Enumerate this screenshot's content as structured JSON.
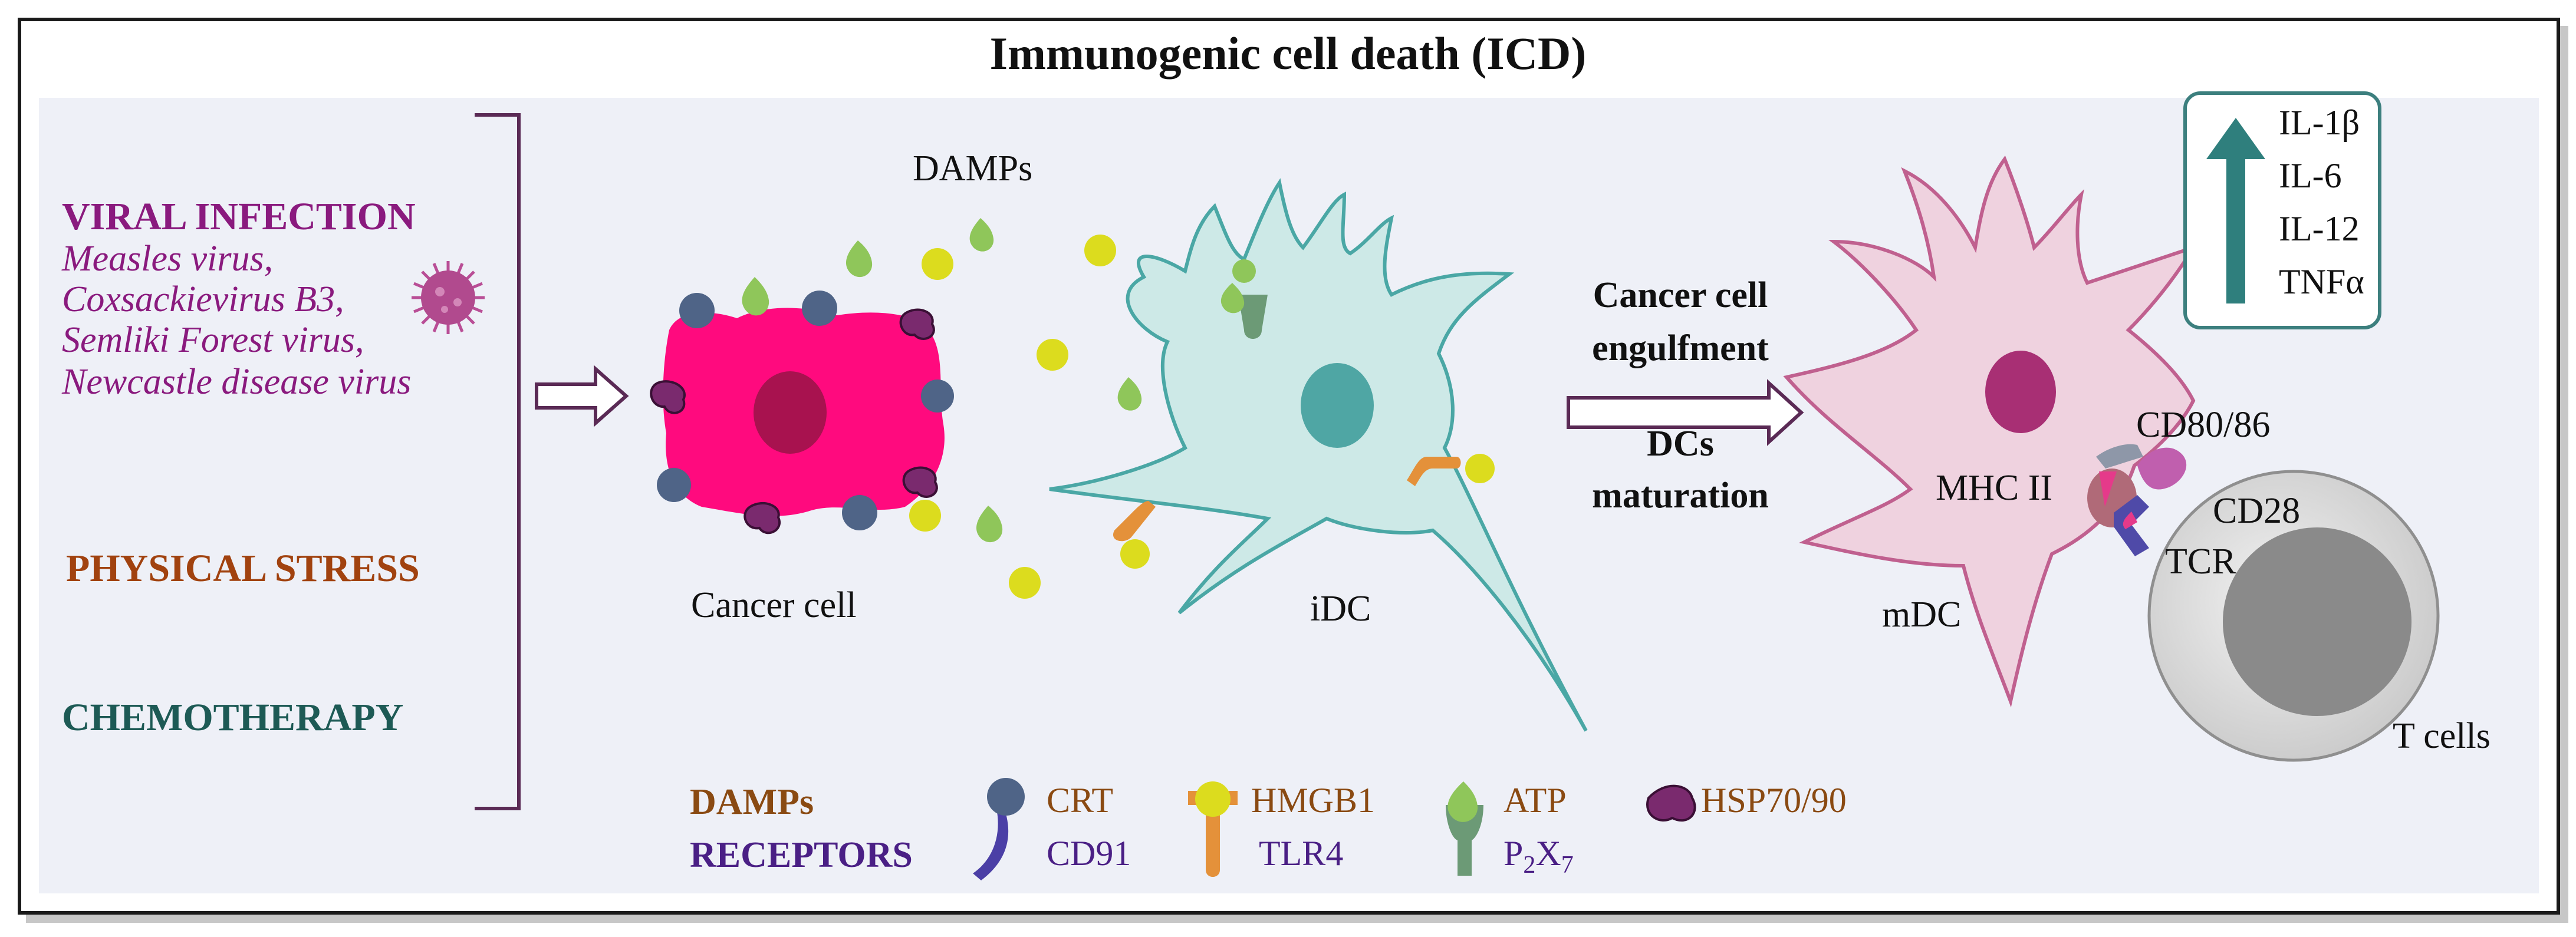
{
  "title": "Immunogenic cell death (ICD)",
  "inducers": {
    "viral_heading": "VIRAL INFECTION",
    "viruses": [
      "Measles virus,",
      "Coxsackievirus B3,",
      "Semliki Forest virus,",
      "Newcastle disease virus"
    ],
    "physical": "PHYSICAL STRESS",
    "chemo": "CHEMOTHERAPY"
  },
  "labels": {
    "damps": "DAMPs",
    "cancer_cell": "Cancer cell",
    "idc": "iDC",
    "mdc": "mDC",
    "engulfment": [
      "Cancer cell",
      "engulfment"
    ],
    "maturation": [
      "DCs",
      "maturation"
    ],
    "mhc": "MHC II",
    "cd80": "CD80/86",
    "cd28": "CD28",
    "tcr": "TCR",
    "tcells": "T cells"
  },
  "cytokines": [
    "IL-1β",
    "IL-6",
    "IL-12",
    "TNFα"
  ],
  "legend": {
    "damps_label": "DAMPs",
    "receptors_label": "RECEPTORS",
    "items": [
      {
        "damp": "CRT",
        "receptor": "CD91",
        "icon": "crt-cd91-icon"
      },
      {
        "damp": "HMGB1",
        "receptor": "TLR4",
        "icon": "hmgb1-tlr4-icon"
      },
      {
        "damp": "ATP",
        "receptor_parts": [
          "P",
          "2",
          "X",
          "7"
        ],
        "icon": "atp-p2x7-icon"
      },
      {
        "damp": "HSP70/90",
        "icon": "hsp-icon"
      }
    ]
  },
  "colors": {
    "cancer_cell": "#ff0a7e",
    "cancer_nucleus": "#a8124f",
    "idc": "#cde9e7",
    "idc_outline": "#4aa7a5",
    "mdc": "#efd2df",
    "mdc_outline": "#c0608f",
    "crt": "#4f6487",
    "hmgb1": "#dcdc1e",
    "atp": "#8fc65a",
    "hsp": "#7a2a6e",
    "tlr4": "#e4913a",
    "p2x7": "#6c9a76",
    "cd91": "#4b3fa6",
    "arrow_teal": "#2f7f7d",
    "tcell": "#d9d9d9",
    "tcell_nucleus": "#8a8a8a"
  }
}
